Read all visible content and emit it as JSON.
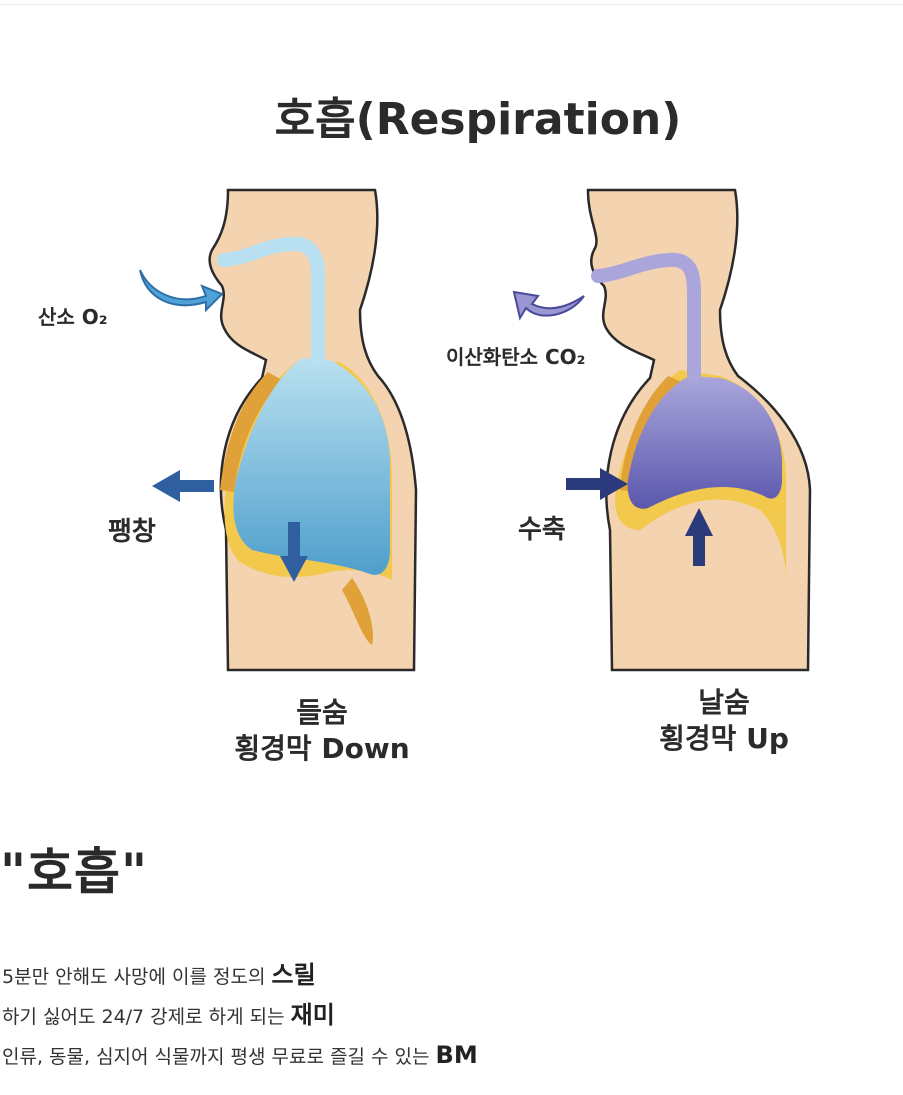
{
  "figure": {
    "title": "호흡(Respiration)",
    "left": {
      "gas_label": "산소 O₂",
      "action_label": "팽창",
      "phase_label": "들숨",
      "diaphragm_label": "횡경막 Down"
    },
    "right": {
      "gas_label": "이산화탄소 CO₂",
      "action_label": "수축",
      "phase_label": "날숨",
      "diaphragm_label": "횡경막 Up"
    },
    "colors": {
      "skin": "#f4d3b0",
      "skin_outline": "#2a2a2a",
      "lung_inhale": "#6fb6d8",
      "lung_exhale": "#6a66b8",
      "pleura": "#f2c94c",
      "rib": "#e0a238",
      "arrow_inhale": "#2f5f9e",
      "arrow_exhale": "#2a3a7a"
    }
  },
  "heading": "\"호흡\"",
  "lines": [
    {
      "text": "5분만 안해도 사망에 이를 정도의 ",
      "emphasis": "스릴"
    },
    {
      "text": "하기 싫어도 24/7 강제로 하게 되는 ",
      "emphasis": "재미"
    },
    {
      "text": "인류, 동물, 심지어 식물까지 평생 무료로 즐길 수 있는 ",
      "emphasis": "BM"
    }
  ]
}
